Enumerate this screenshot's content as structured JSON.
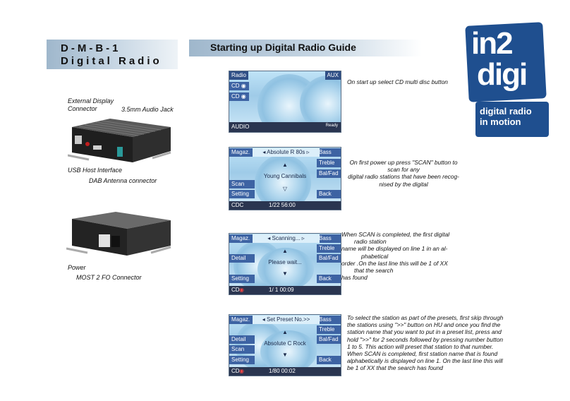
{
  "header": {
    "model_line1": "D-M-B-1",
    "model_line2": "Digital Radio",
    "guide_title": "Starting up Digital Radio  Guide"
  },
  "logo": {
    "big_top": "in2",
    "big_bottom": "digi",
    "sub_line1": "digital radio",
    "sub_line2": "in motion"
  },
  "device1": {
    "label_external_display_1": "External Display",
    "label_external_display_2": "Connector",
    "label_audio_jack": "3.5mm Audio Jack",
    "label_usb": "USB Host Interface",
    "label_dab": "DAB Antenna connector"
  },
  "device2": {
    "label_power": "Power",
    "label_most": "MOST 2 FO Connector"
  },
  "screens": [
    {
      "top_left": "Radio",
      "top_right": "AUX",
      "side_left": [
        "CD",
        "CD"
      ],
      "status_left": "AUDIO",
      "status_right": "Ready",
      "description": "On start up select CD multi disc button"
    },
    {
      "left_buttons": [
        "Magaz.",
        "Scan",
        "Setting"
      ],
      "right_buttons": [
        "Bass",
        "Treble",
        "Bal/Fad",
        "Back"
      ],
      "title": "Absolute R 80s",
      "center": "Young Cannibals",
      "status_left": "CDC",
      "status_mid": "1/22  56:00",
      "description_lines": [
        "On first power up press \"SCAN\" button to",
        "scan for any",
        "digital radio stations that have been recog-",
        "nised by the digital"
      ]
    },
    {
      "left_buttons": [
        "Magaz.",
        "Detail",
        "Setting"
      ],
      "right_buttons": [
        "Bass",
        "Treble",
        "Bal/Fad",
        "Back"
      ],
      "title": "Scanning...",
      "center": "Please wait...",
      "status_left": "CD",
      "status_mid": "1/  1  00:09",
      "description_lines": [
        "When SCAN is completed, the first digital",
        "radio station",
        "name will be displayed on line 1 in an al-",
        "phabetical",
        "order .On the last line this will be 1 of XX",
        "that the search",
        "has found"
      ]
    },
    {
      "left_buttons": [
        "Magaz.",
        "Detail",
        "Scan",
        "Setting"
      ],
      "right_buttons": [
        "Bass",
        "Treble",
        "Bal/Fad",
        "Back"
      ],
      "title": "Set Preset No.>>",
      "center": "Absolute C Rock",
      "status_left": "CD",
      "status_mid": "1/80  00:02",
      "description_lines": [
        "To select the station as part of the presets, first skip through",
        "the stations using \">>\" button on HU and once you find the",
        "station name that you want to put in a preset list, press and",
        "hold \">>\" for 2 seconds followed by pressing number button",
        "1 to 5. This action will preset that station to that number.",
        "When SCAN is completed, first station name that is found",
        "alphabetically is displayed on line 1. On the last line this will",
        "be 1 of XX that the search has found"
      ]
    }
  ]
}
